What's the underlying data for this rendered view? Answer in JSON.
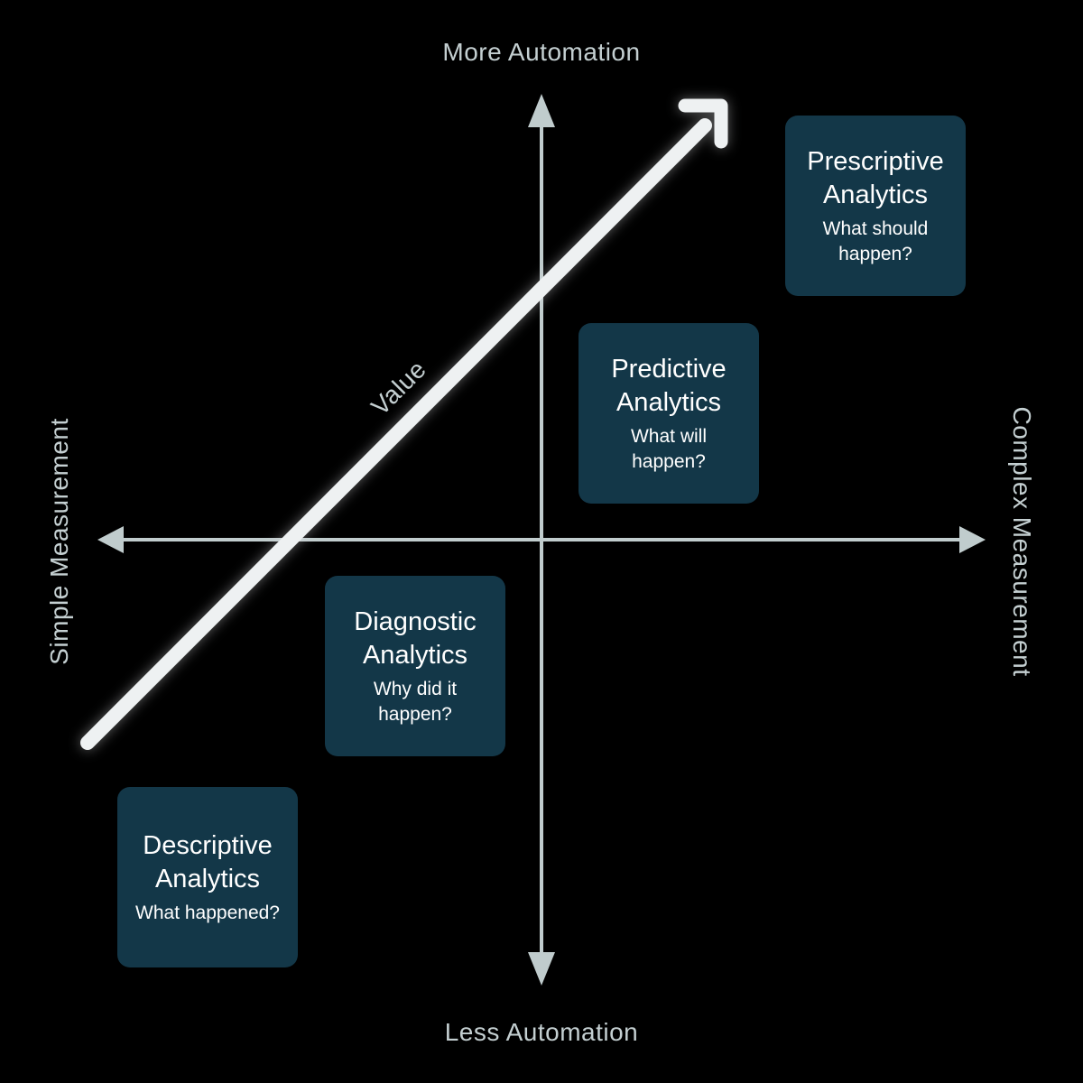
{
  "title": "Analytics value vs automation quadrant diagram",
  "colors": {
    "background": "#000000",
    "box_bg": "#133748",
    "box_text": "#ffffff",
    "axis": "#c0cccd",
    "label": "#c4cfd1",
    "value_arrow": "#eef1f2"
  },
  "axes": {
    "top": "More Automation",
    "bottom": "Less Automation",
    "left": "Simple Measurement",
    "right": "Complex Measurement"
  },
  "value_arrow": {
    "label": "Value"
  },
  "quadrants": [
    {
      "id": "prescriptive",
      "title": "Prescriptive\nAnalytics",
      "subtitle": "What should\nhappen?"
    },
    {
      "id": "predictive",
      "title": "Predictive\nAnalytics",
      "subtitle": "What will\nhappen?"
    },
    {
      "id": "diagnostic",
      "title": "Diagnostic\nAnalytics",
      "subtitle": "Why did it\nhappen?"
    },
    {
      "id": "descriptive",
      "title": "Descriptive\nAnalytics",
      "subtitle": "What happened?"
    }
  ]
}
